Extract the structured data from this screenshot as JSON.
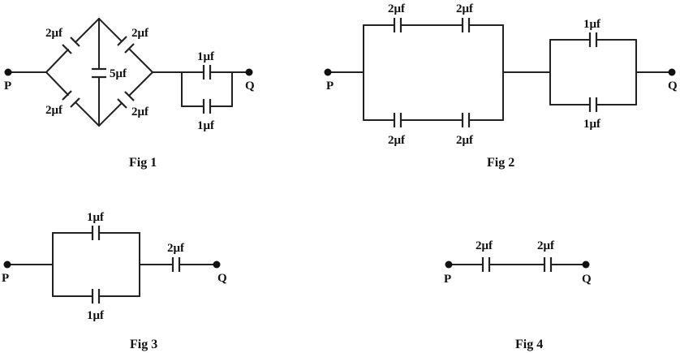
{
  "figures": [
    {
      "caption": "Fig 1",
      "terminal_left": "P",
      "terminal_right": "Q",
      "capacitors": [
        "2μf",
        "2μf",
        "5μf",
        "2μf",
        "2μf",
        "1μf",
        "1μf"
      ]
    },
    {
      "caption": "Fig 2",
      "terminal_left": "P",
      "terminal_right": "Q",
      "capacitors": [
        "2μf",
        "2μf",
        "2μf",
        "2μf",
        "1μf",
        "1μf"
      ]
    },
    {
      "caption": "Fig 3",
      "terminal_left": "P",
      "terminal_right": "Q",
      "capacitors": [
        "1μf",
        "1μf",
        "2μf"
      ]
    },
    {
      "caption": "Fig 4",
      "terminal_left": "P",
      "terminal_right": "Q",
      "capacitors": [
        "2μf",
        "2μf"
      ]
    }
  ]
}
